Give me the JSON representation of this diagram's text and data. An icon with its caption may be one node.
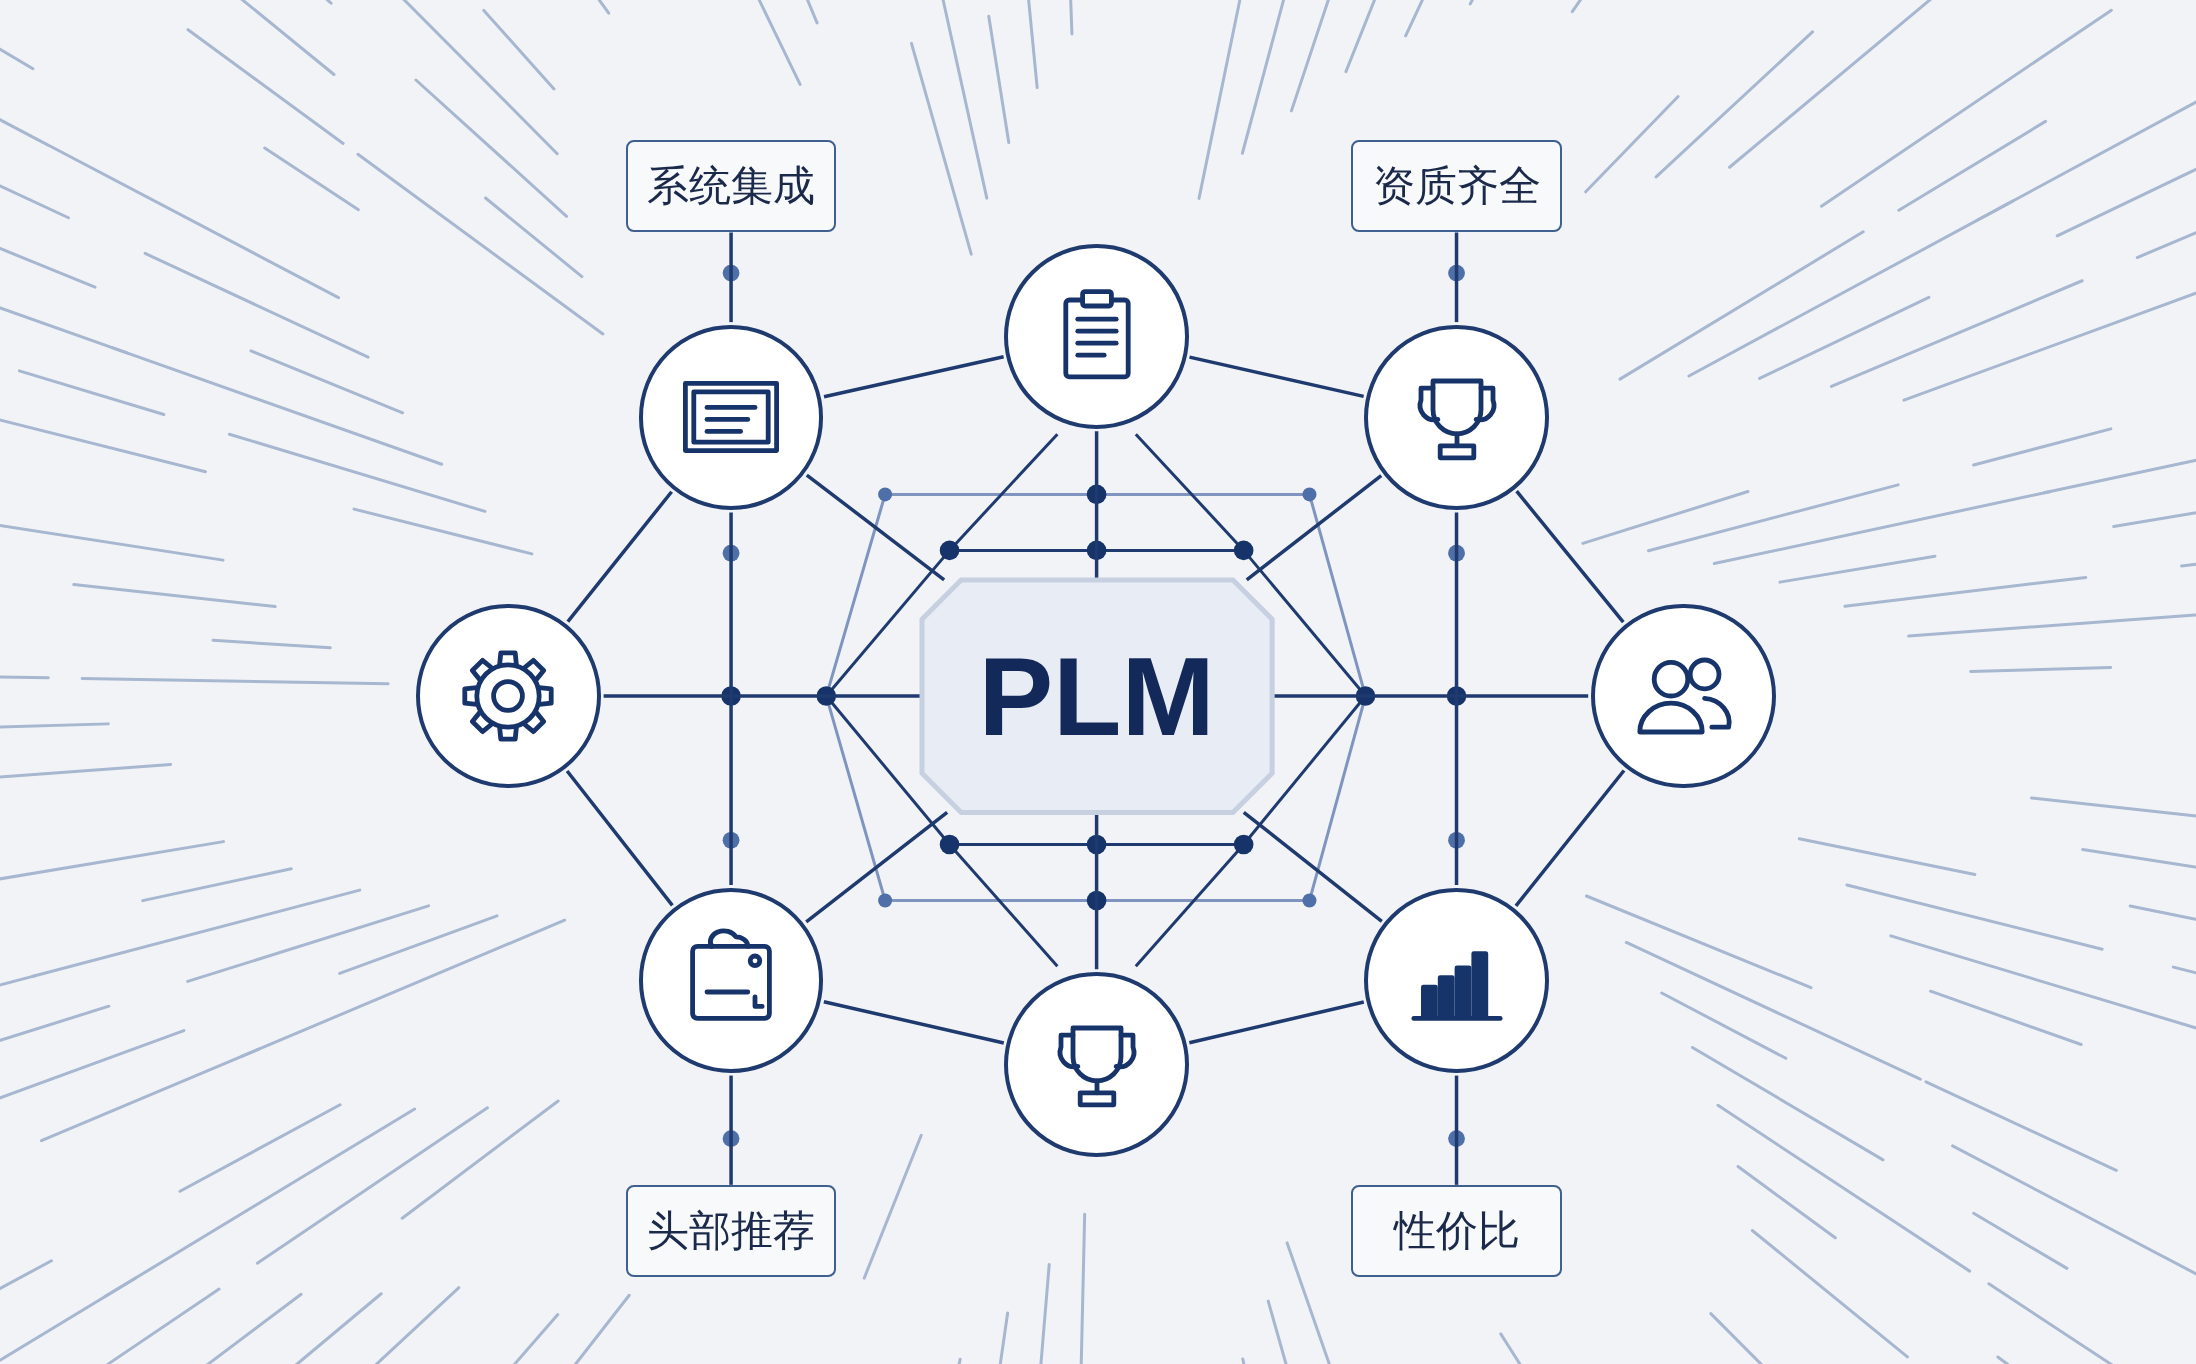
{
  "diagram": {
    "nodes": [
      {
        "text": [
          "系统集成"
        ]
      },
      {
        "text": [
          "资质齐全"
        ]
      },
      {
        "text": [],
        "shape": "circle"
      },
      {
        "text": [],
        "shape": "circle"
      },
      {
        "text": [],
        "shape": "circle"
      },
      {
        "text": [],
        "shape": "circle"
      },
      {
        "text": [
          "PLM"
        ]
      },
      {
        "text": [],
        "shape": "circle"
      },
      {
        "text": [],
        "shape": "circle"
      },
      {
        "text": [],
        "shape": "circle"
      },
      {
        "text": [],
        "shape": "circle"
      },
      {
        "text": [
          "头部推荐"
        ]
      },
      {
        "text": [
          "性价比"
        ]
      }
    ],
    "edges": [
      {
        "from": 0,
        "to": 3,
        "arrow": "none"
      },
      {
        "from": 1,
        "to": 4,
        "arrow": "none"
      },
      {
        "from": 2,
        "to": 3,
        "arrow": "none"
      },
      {
        "from": 2,
        "to": 4,
        "arrow": "none"
      },
      {
        "from": 4,
        "to": 7,
        "arrow": "none"
      },
      {
        "from": 7,
        "to": 9,
        "arrow": "none"
      },
      {
        "from": 9,
        "to": 10,
        "arrow": "none"
      },
      {
        "from": 10,
        "to": 8,
        "arrow": "none"
      },
      {
        "from": 8,
        "to": 5,
        "arrow": "none"
      },
      {
        "from": 5,
        "to": 3,
        "arrow": "none"
      },
      {
        "from": 3,
        "to": 8,
        "arrow": "none"
      },
      {
        "from": 4,
        "to": 9,
        "arrow": "none"
      },
      {
        "from": 5,
        "to": 6,
        "arrow": "none"
      },
      {
        "from": 7,
        "to": 6,
        "arrow": "none"
      },
      {
        "from": 2,
        "to": 6,
        "arrow": "none"
      },
      {
        "from": 10,
        "to": 6,
        "arrow": "none"
      },
      {
        "from": 3,
        "to": 6,
        "arrow": "none"
      },
      {
        "from": 4,
        "to": 6,
        "arrow": "none"
      },
      {
        "from": 8,
        "to": 6,
        "arrow": "none"
      },
      {
        "from": 9,
        "to": 6,
        "arrow": "none"
      },
      {
        "from": 8,
        "to": 11,
        "arrow": "none"
      },
      {
        "from": 9,
        "to": 12,
        "arrow": "none"
      }
    ]
  }
}
